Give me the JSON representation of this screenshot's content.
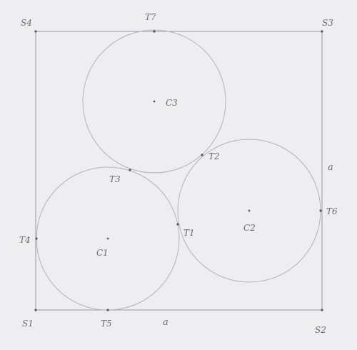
{
  "labels": {
    "s1": "S1",
    "s2": "S2",
    "s3": "S3",
    "s4": "S4",
    "t1": "T1",
    "t2": "T2",
    "t3": "T3",
    "t4": "T4",
    "t5": "T5",
    "t6": "T6",
    "t7": "T7",
    "c1": "C1",
    "c2": "C2",
    "c3": "C3",
    "side_bottom": "a",
    "side_right": "a"
  },
  "colors": {
    "paper": "#eeeef1",
    "pencil": "#6a6a70"
  }
}
